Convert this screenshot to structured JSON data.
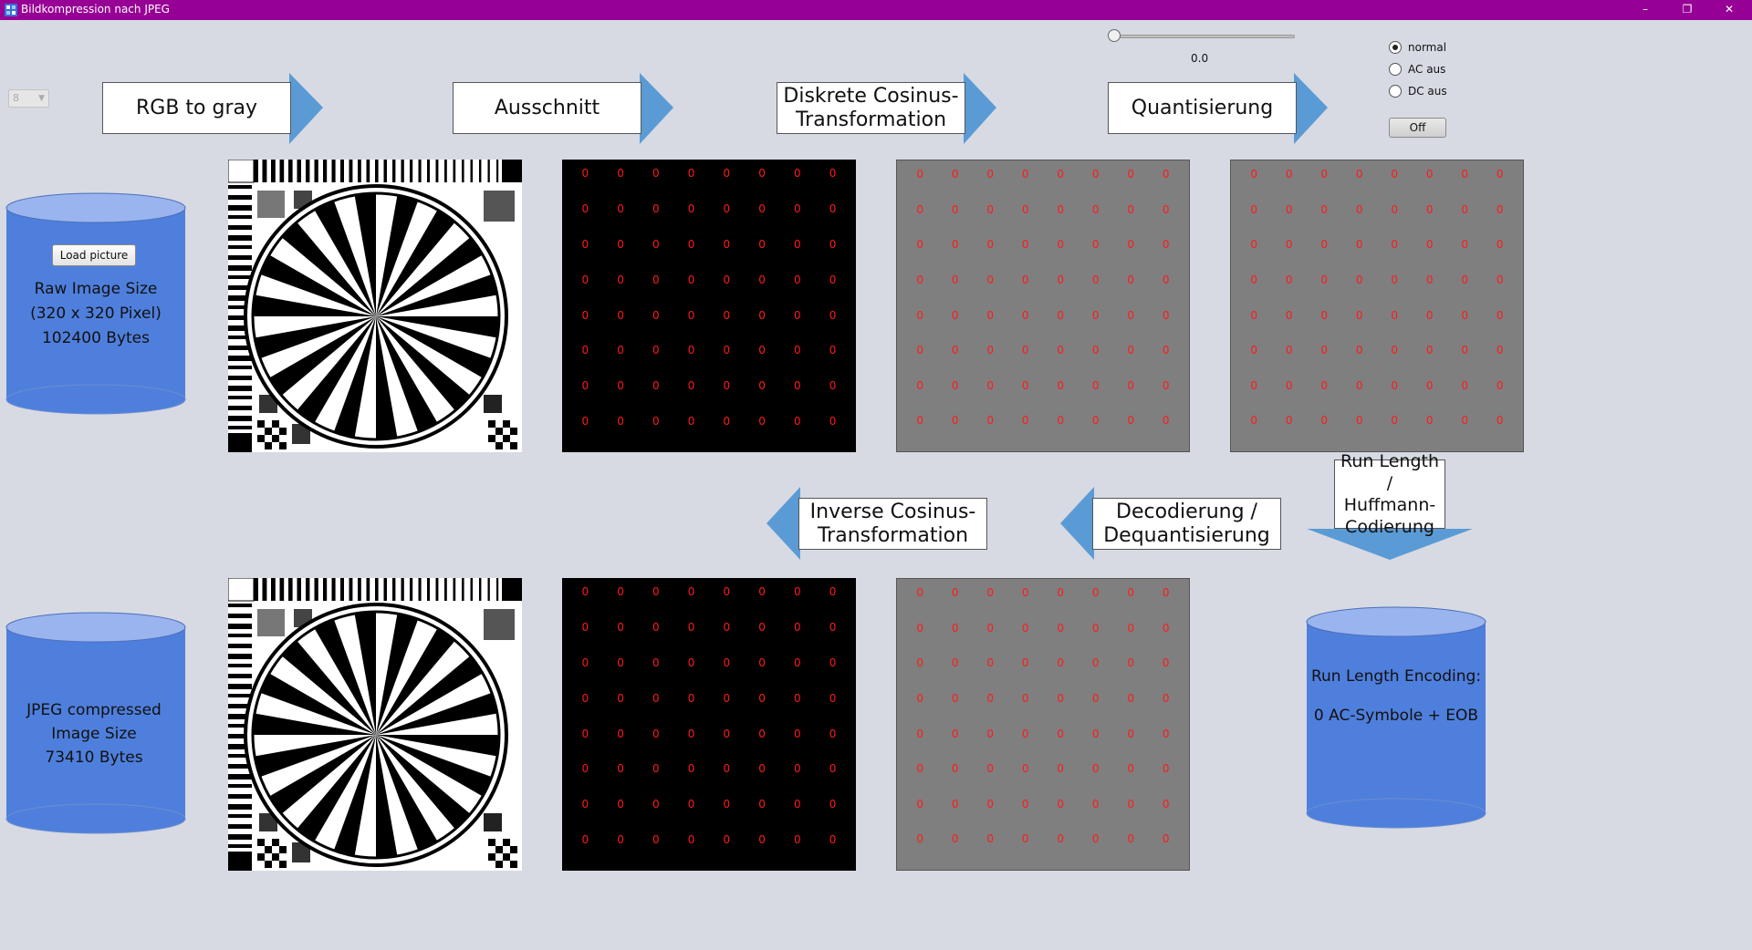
{
  "window": {
    "title": "Bildkompression nach JPEG",
    "minimize": "–",
    "restore": "❐",
    "close": "✕",
    "title_bar_color": "#970095"
  },
  "controls": {
    "block_size_combo": "8",
    "slider_value": "0.0",
    "radio_options": [
      {
        "label": "normal",
        "checked": true
      },
      {
        "label": "AC aus",
        "checked": false
      },
      {
        "label": "DC aus",
        "checked": false
      }
    ],
    "off_button": "Off",
    "load_button": "Load picture"
  },
  "steps": {
    "rgb_to_gray": "RGB to gray",
    "ausschnitt": "Ausschnitt",
    "dct_line1": "Diskrete Cosinus-",
    "dct_line2": "Transformation",
    "quantisierung": "Quantisierung",
    "rle_line1": "Run Length /",
    "rle_line2": "Huffmann-",
    "rle_line3": "Codierung",
    "decode_line1": "Decodierung /",
    "decode_line2": "Dequantisierung",
    "idct_line1": "Inverse Cosinus-",
    "idct_line2": "Transformation"
  },
  "raw_storage": {
    "line1": "Raw Image Size",
    "line2": "(320 x 320 Pixel)",
    "line3": "102400 Bytes"
  },
  "jpeg_storage": {
    "line1": "JPEG compressed",
    "line2": "Image Size",
    "line3": "73410 Bytes"
  },
  "rle_storage": {
    "line1": "Run Length Encoding:",
    "line2": "0 AC-Symbole + EOB"
  },
  "matrix_value": "0",
  "colors": {
    "arrow": "#5b9bd5",
    "cylinder": "#4f7fdc",
    "cylinder_top": "#9ab4ef",
    "matrix_text": "#ff1a1a"
  },
  "icons": [
    "app-icon",
    "minimize-icon",
    "restore-icon",
    "close-icon"
  ]
}
